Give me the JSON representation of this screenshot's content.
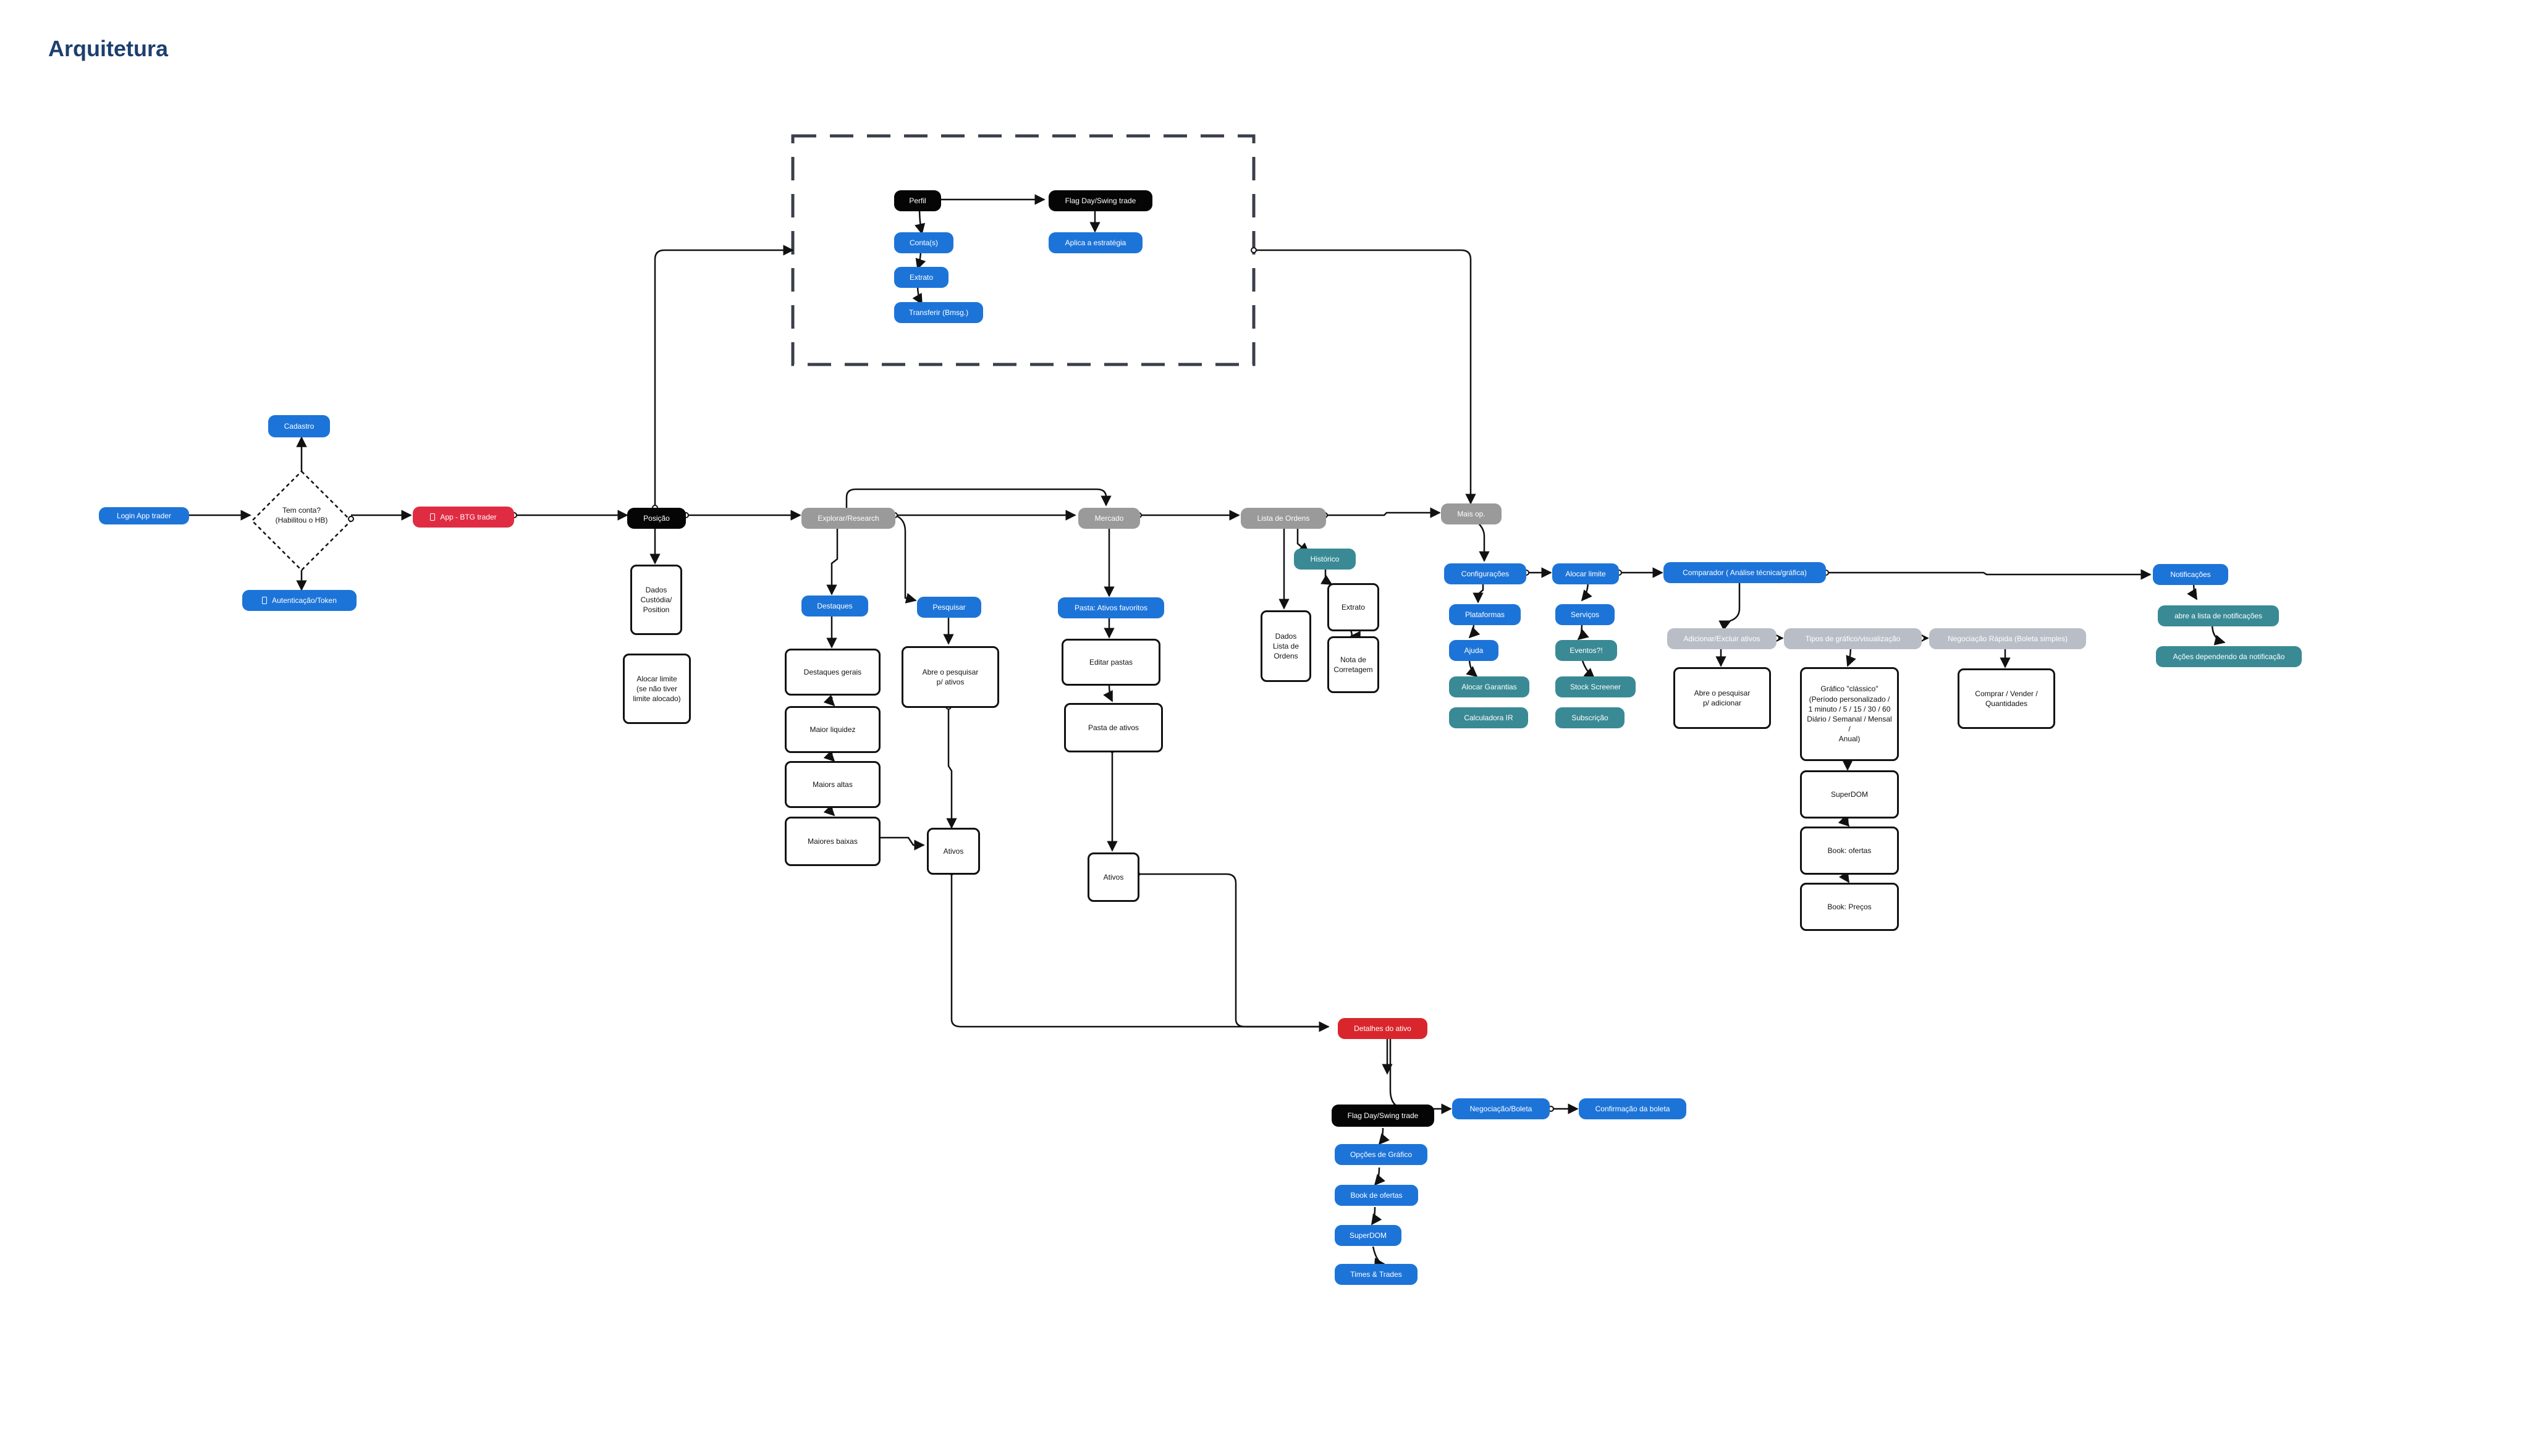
{
  "title": "Arquitetura",
  "nodes": {
    "login": "Login App trader",
    "cadastro": "Cadastro",
    "tem_conta": "Tem conta?\n(Habilitou o HB)",
    "autenticacao": "Autenticação/Token",
    "app": "App - BTG trader",
    "posicao": "Posição",
    "dados_custodia": "Dados\nCustódia/\nPosition",
    "alocar_limite_box": "Alocar limite\n(se não tiver\nlimite alocado)",
    "perfil": "Perfil",
    "contas": "Conta(s)",
    "extrato_top": "Extrato",
    "transferir": "Transferir (Bmsg.)",
    "flag_top": "Flag Day/Swing trade",
    "aplica_estrategia": "Aplica a estratégia",
    "explorar": "Explorar/Research",
    "destaques": "Destaques",
    "destaques_gerais": "Destaques gerais",
    "maior_liquidez": "Maior liquidez",
    "maiores_altas": "Maiors altas",
    "maiores_baixas": "Maiores baixas",
    "pesquisar": "Pesquisar",
    "abre_pesquisar_ativos": "Abre o pesquisar\np/ ativos",
    "ativos_explorar": "Ativos",
    "mercado": "Mercado",
    "pasta_ativos_favoritos": "Pasta: Ativos favoritos",
    "editar_pastas": "Editar pastas",
    "pasta_de_ativos": "Pasta de ativos",
    "ativos_mercado": "Ativos",
    "lista_ordens": "Lista de Ordens",
    "dados_lista_ordens": "Dados\nLista de\nOrdens",
    "historico": "Histórico",
    "extrato_ordens": "Extrato",
    "nota_corretagem": "Nota de\nCorretagem",
    "mais_op": "Mais op.",
    "configuracoes": "Configurações",
    "plataformas": "Plataformas",
    "ajuda": "Ajuda",
    "alocar_garantias": "Alocar Garantias",
    "calculadora_ir": "Calculadora IR",
    "alocar_limite": "Alocar limite",
    "servicos": "Serviços",
    "eventos": "Eventos?!",
    "stock_screener": "Stock Screener",
    "subscricao": "Subscrição",
    "comparador": "Comparador ( Análise técnica/gráfica)",
    "adicionar_ativos": "Adicionar/Excluir ativos",
    "abre_pesquisar_adicionar": "Abre o pesquisar\np/ adicionar",
    "tipos_grafico": "Tipos de gráfico/visualização",
    "grafico_classico": "Gráfico \"clássico\"\n(Período personalizado /\n1 minuto / 5 / 15 / 30 / 60\nDiário / Semanal / Mensal /\nAnual)",
    "superdom_comparador": "SuperDOM",
    "book_ofertas_comparador": "Book: ofertas",
    "book_precos": "Book: Preços",
    "negociacao_rapida": "Negociação Rápida (Boleta simples)",
    "comprar_vender": "Comprar / Vender /\nQuantidades",
    "notificacoes": "Notificações",
    "abre_lista_notificacoes": "abre a lista de notificações",
    "acoes_notificacao": "Ações dependendo da notificação",
    "detalhes_ativo": "Detalhes do ativo",
    "flag_detalhes": "Flag Day/Swing trade",
    "opcoes_grafico": "Opções de Gráfico",
    "book_ofertas": "Book de ofertas",
    "superdom": "SuperDOM",
    "times_trades": "Times & Trades",
    "negociacao_boleta": "Negociação/Boleta",
    "confirmacao_boleta": "Confirmação da boleta"
  },
  "colors": {
    "blue": "#1d74d8",
    "red": "#e02c43",
    "dark_red": "#d9262c",
    "black": "#050505",
    "gray": "#9a9a9a",
    "light_gray": "#b9bec6",
    "teal": "#3a8a96",
    "title": "#1d3f6e"
  }
}
